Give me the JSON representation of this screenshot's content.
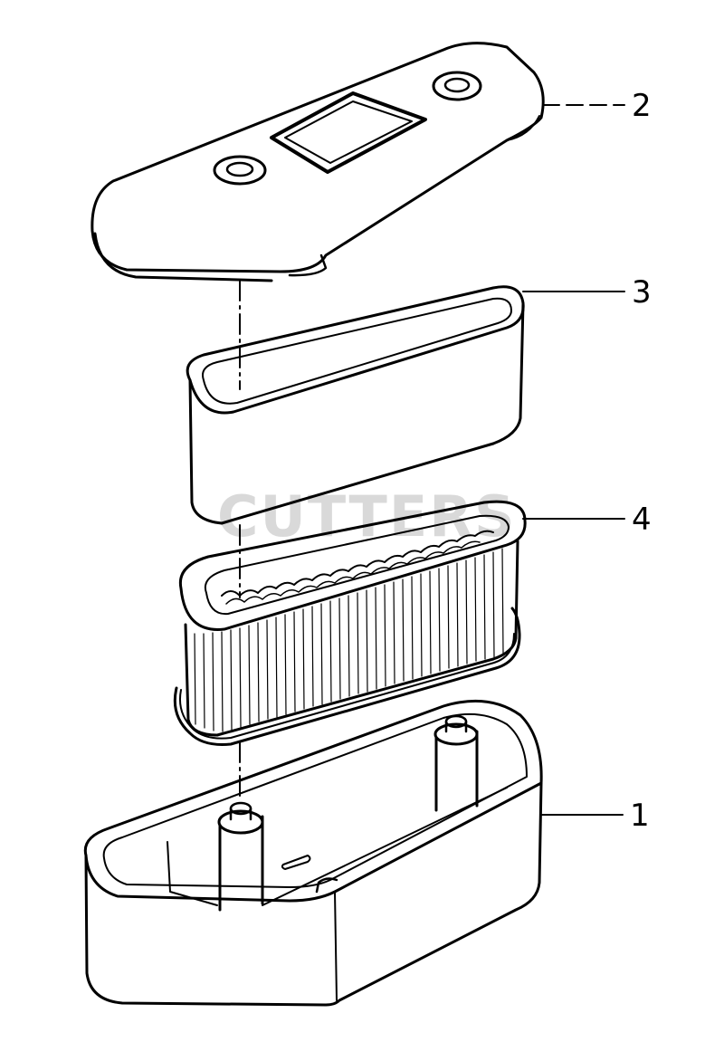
{
  "watermark": "CUTTERS",
  "callouts": [
    {
      "id": "cover",
      "label": "2"
    },
    {
      "id": "pre-cleaner",
      "label": "3"
    },
    {
      "id": "filter-cartridge",
      "label": "4"
    },
    {
      "id": "base",
      "label": "1"
    }
  ],
  "colors": {
    "ink": "#000000",
    "paper": "#ffffff",
    "watermark": "#d9d9d9"
  }
}
